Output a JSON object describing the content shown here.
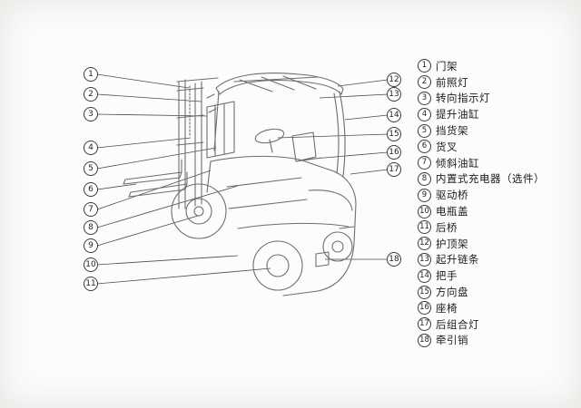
{
  "legend": {
    "items": [
      {
        "num": "1",
        "label": "门架"
      },
      {
        "num": "2",
        "label": "前照灯"
      },
      {
        "num": "3",
        "label": "转向指示灯"
      },
      {
        "num": "4",
        "label": "提升油缸"
      },
      {
        "num": "5",
        "label": "挡货架"
      },
      {
        "num": "6",
        "label": "货叉"
      },
      {
        "num": "7",
        "label": "倾斜油缸"
      },
      {
        "num": "8",
        "label": "内置式充电器（选件）"
      },
      {
        "num": "9",
        "label": "驱动桥"
      },
      {
        "num": "10",
        "label": "电瓶盖"
      },
      {
        "num": "11",
        "label": "后桥"
      },
      {
        "num": "12",
        "label": "护顶架"
      },
      {
        "num": "13",
        "label": "起升链条"
      },
      {
        "num": "14",
        "label": "把手"
      },
      {
        "num": "15",
        "label": "方向盘"
      },
      {
        "num": "16",
        "label": "座椅"
      },
      {
        "num": "17",
        "label": "后组合灯"
      },
      {
        "num": "18",
        "label": "牵引销"
      }
    ]
  },
  "callouts": {
    "left": [
      "1",
      "2",
      "3",
      "4",
      "5",
      "6",
      "7",
      "8",
      "9",
      "10",
      "11"
    ],
    "right": [
      "12",
      "13",
      "14",
      "15",
      "16",
      "17",
      "18"
    ]
  }
}
